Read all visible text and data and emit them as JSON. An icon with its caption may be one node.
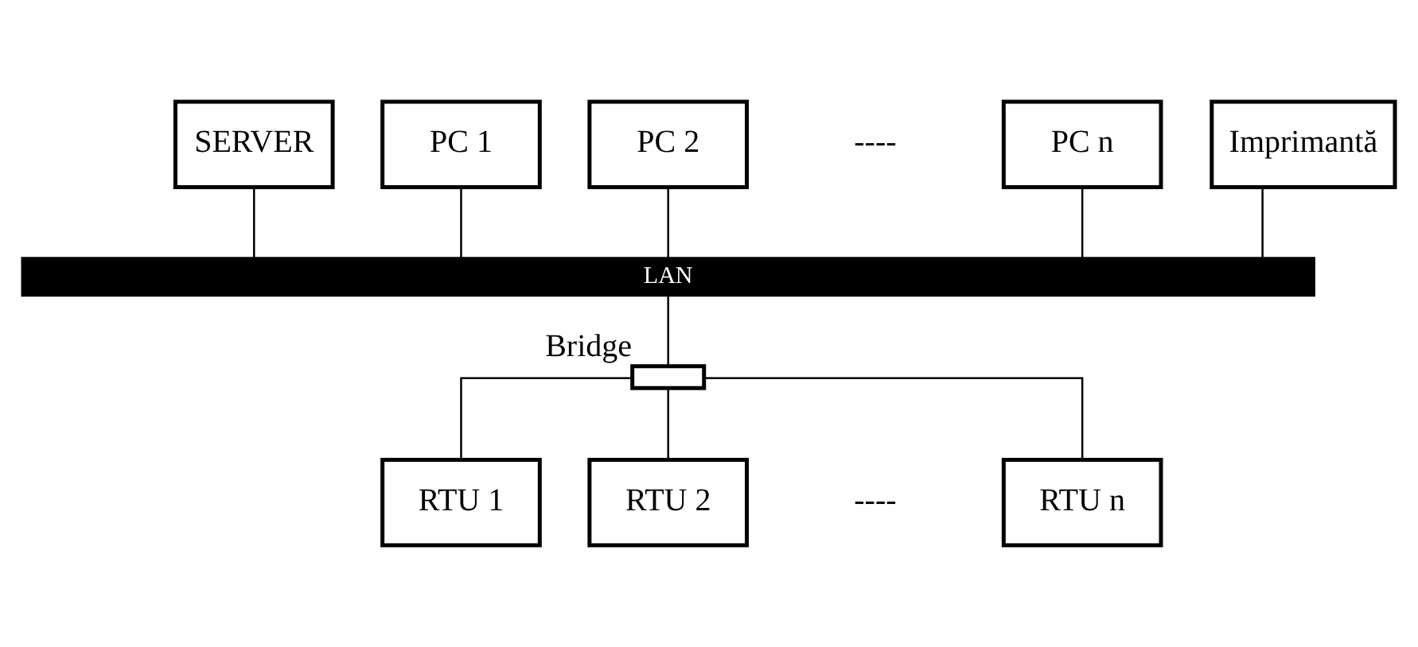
{
  "diagram": {
    "nodes": [
      {
        "text": [
          "SERVER"
        ]
      },
      {
        "text": [
          "PC 1"
        ]
      },
      {
        "text": [
          "PC 2"
        ]
      },
      {
        "text": [
          "PC n"
        ]
      },
      {
        "text": [
          "Imprimantă"
        ]
      },
      {
        "text": [
          "LAN"
        ]
      },
      {
        "text": [],
        "shape": "box",
        "beside": [
          "Bridge"
        ]
      },
      {
        "text": [
          "RTU 1"
        ]
      },
      {
        "text": [
          "RTU 2"
        ]
      },
      {
        "text": [
          "RTU n"
        ]
      }
    ],
    "edges": [
      {
        "from": 0,
        "to": 5,
        "arrow": "none"
      },
      {
        "from": 1,
        "to": 5,
        "arrow": "none"
      },
      {
        "from": 2,
        "to": 5,
        "arrow": "none"
      },
      {
        "from": 3,
        "to": 5,
        "arrow": "none"
      },
      {
        "from": 4,
        "to": 5,
        "arrow": "none"
      },
      {
        "from": 5,
        "to": 6,
        "arrow": "none"
      },
      {
        "from": 6,
        "to": 7,
        "arrow": "none"
      },
      {
        "from": 6,
        "to": 8,
        "arrow": "none"
      },
      {
        "from": 6,
        "to": 9,
        "arrow": "none"
      }
    ],
    "labels": [
      "----",
      "----"
    ]
  }
}
